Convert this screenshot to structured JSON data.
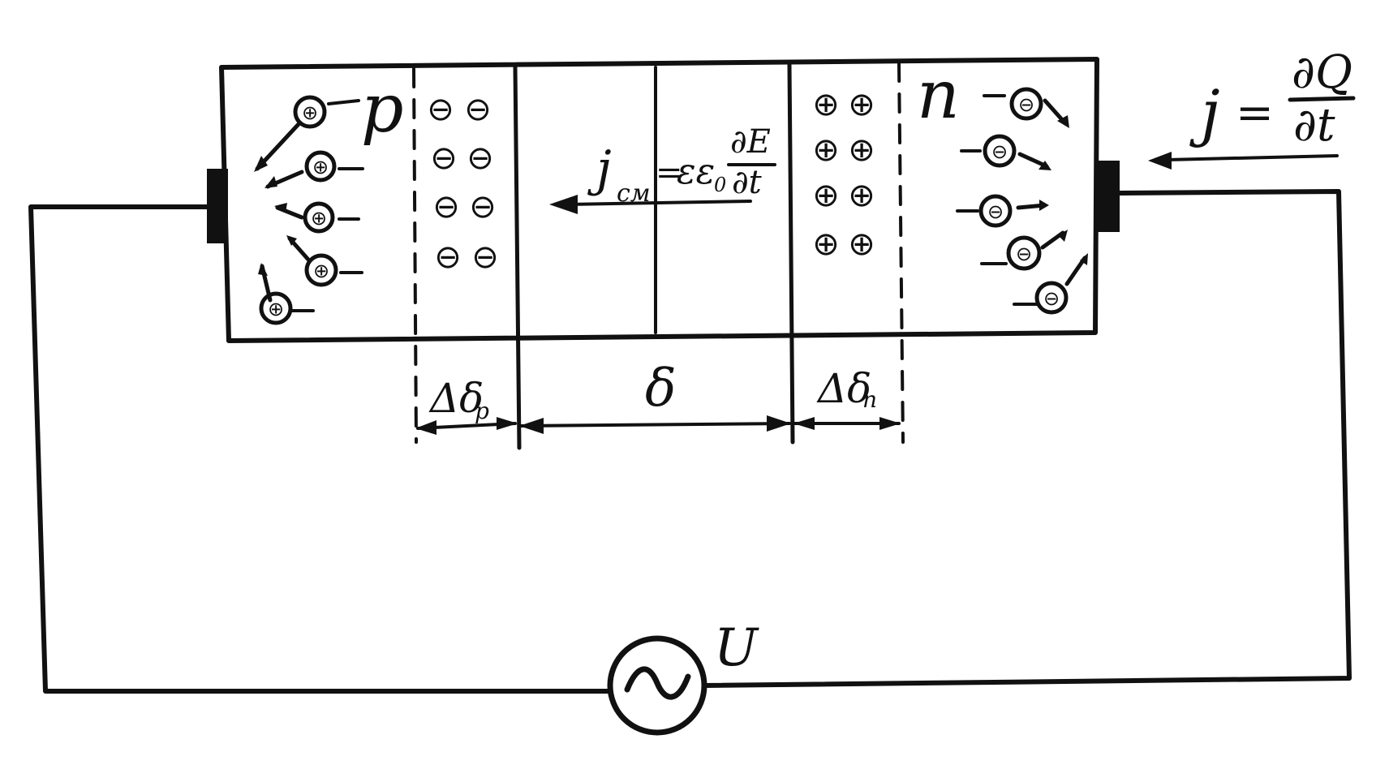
{
  "diagram": {
    "p_label": "p",
    "n_label": "n",
    "voltage_label": "U",
    "current": {
      "lhs": "j",
      "eq": "=",
      "num": "∂Q",
      "den": "∂t"
    },
    "displacement_current": {
      "lhs": "j",
      "sub": "см",
      "eq": "=",
      "coef": "εε",
      "coef_sub": "0",
      "num": "∂E",
      "den": "∂t"
    },
    "dims": {
      "dp": "Δδ",
      "dp_sub": "p",
      "d": "δ",
      "dn": "Δδ",
      "dn_sub": "n"
    },
    "ion_plus": "⊕",
    "ion_minus": "⊖",
    "source_symbol": "~",
    "colors": {
      "ink": "#111111",
      "background": "#ffffff"
    }
  }
}
